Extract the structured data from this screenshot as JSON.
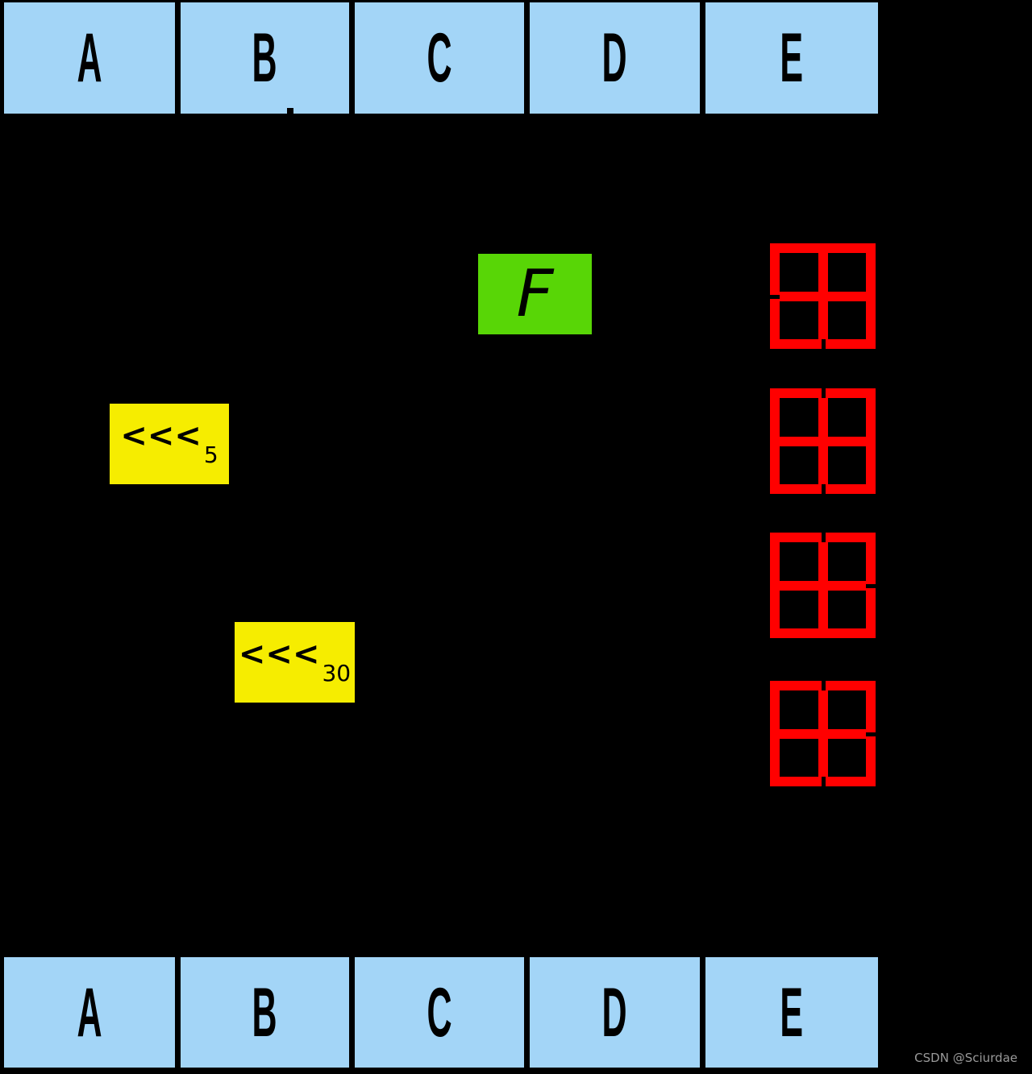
{
  "diagram": {
    "registers_top": [
      "A",
      "B",
      "C",
      "D",
      "E"
    ],
    "registers_bottom": [
      "A",
      "B",
      "C",
      "D",
      "E"
    ],
    "f_function_label": "F",
    "rotate_boxes": [
      {
        "symbol": "<<<",
        "amount": "5"
      },
      {
        "symbol": "<<<",
        "amount": "30"
      }
    ],
    "addition_boxes_count": 4,
    "addition_symbol_name": "boxed-plus-modular-addition",
    "watermark": "CSDN @Sciurdae",
    "colors": {
      "background": "#000000",
      "register_fill": "#a3d5f7",
      "f_fill": "#58d606",
      "rotate_fill": "#f6ed00",
      "addition_stroke": "#ff0000",
      "watermark_text": "#9a9a9a",
      "text": "#000000"
    }
  }
}
